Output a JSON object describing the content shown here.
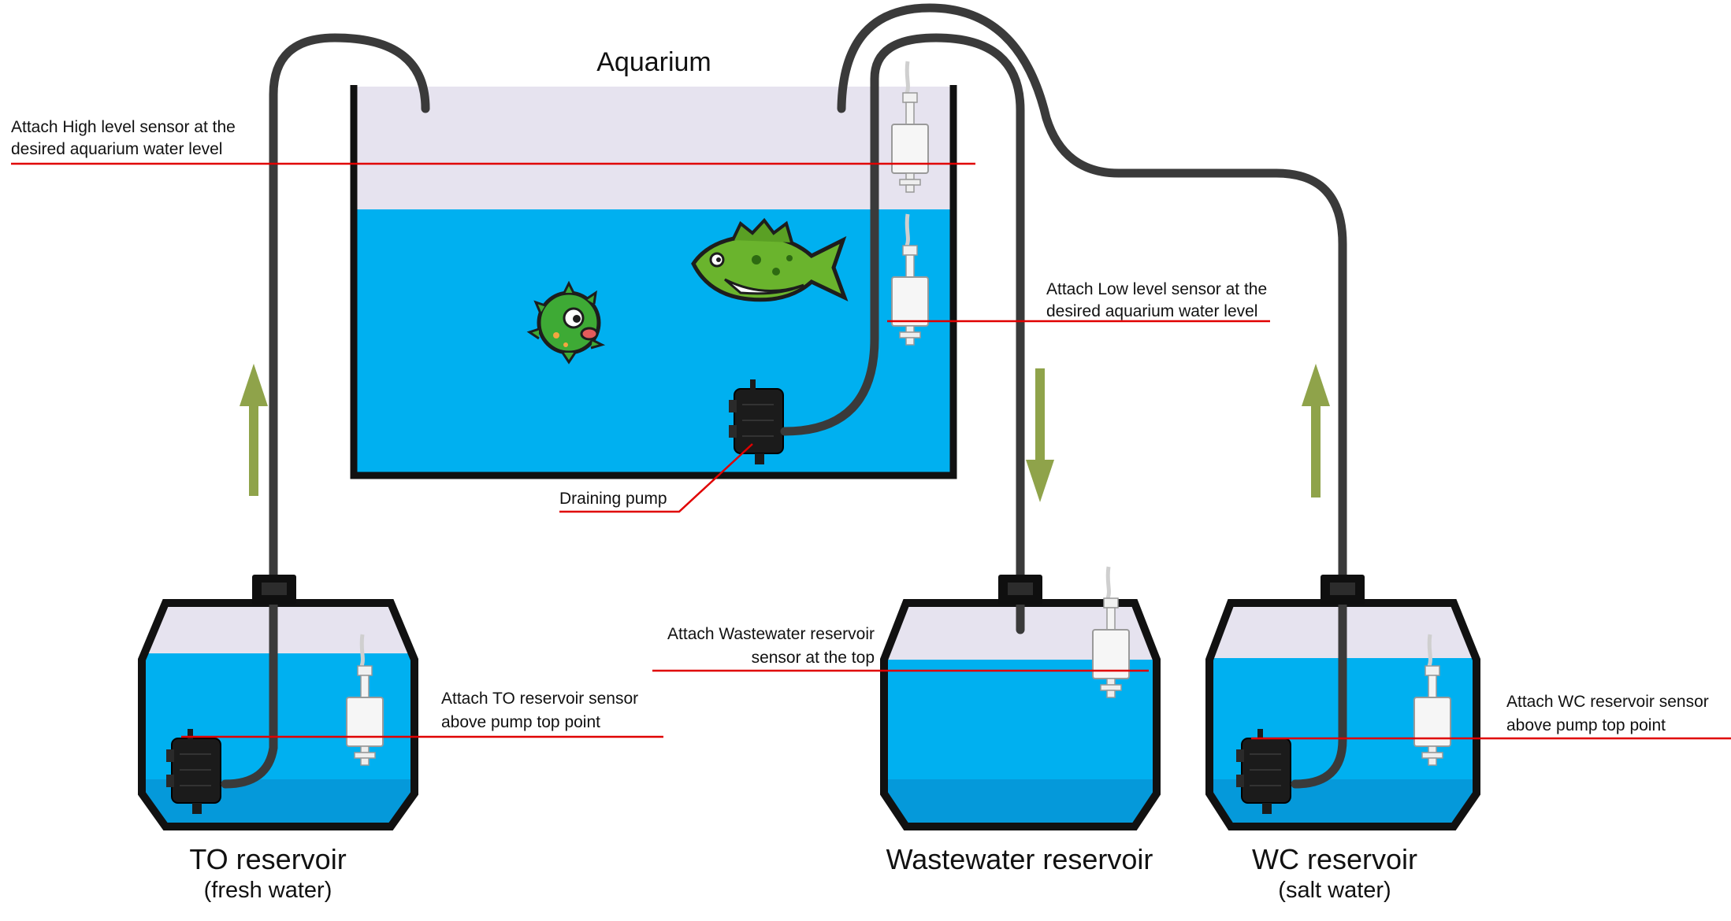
{
  "title": "Aquarium",
  "colors": {
    "water": "#00b0f0",
    "water_deep": "#0a86c8",
    "air": "#e6e3ef",
    "tank_outline": "#111111",
    "tube": "#3a3a3a",
    "annotation_line": "#e00000",
    "arrow": "#8fa34a"
  },
  "annotations": {
    "high_sensor": [
      "Attach High level sensor at the",
      "desired aquarium water level"
    ],
    "low_sensor": [
      "Attach Low level sensor at the",
      "desired aquarium water level"
    ],
    "draining_pump": "Draining pump",
    "wastewater_sensor": [
      "Attach Wastewater reservoir",
      "sensor at the top"
    ],
    "to_sensor": [
      "Attach TO reservoir sensor",
      "above pump top point"
    ],
    "wc_sensor": [
      "Attach WC reservoir sensor",
      "above pump top point"
    ]
  },
  "reservoirs": {
    "to": {
      "name": "TO reservoir",
      "note": "(fresh water)"
    },
    "wastewater": {
      "name": "Wastewater reservoir"
    },
    "wc": {
      "name": "WC reservoir",
      "note": "(salt water)"
    }
  },
  "flow_arrows": [
    {
      "icon": "arrow-up-icon",
      "direction": "up",
      "line": "to"
    },
    {
      "icon": "arrow-down-icon",
      "direction": "down",
      "line": "wastewater"
    },
    {
      "icon": "arrow-up-icon",
      "direction": "up",
      "line": "wc"
    }
  ],
  "icons": [
    "fish-icon",
    "pufferfish-icon",
    "float-sensor-icon",
    "pump-icon",
    "tube-connector-icon"
  ]
}
